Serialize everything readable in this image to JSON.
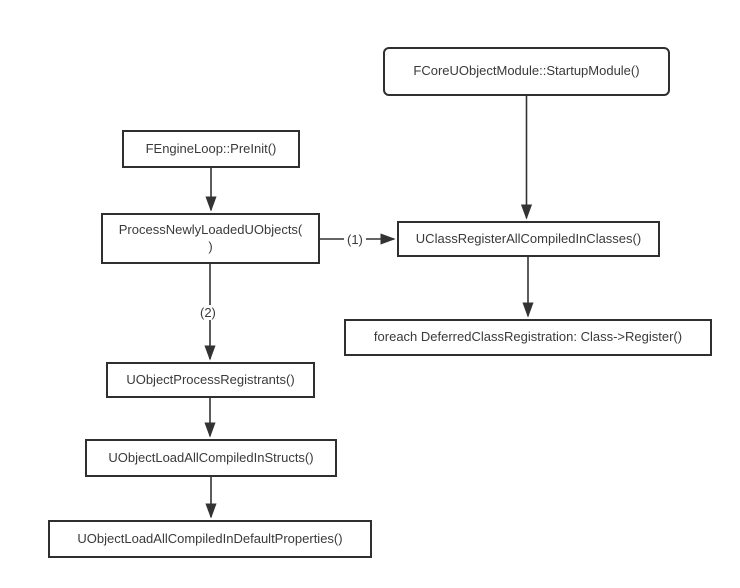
{
  "diagram": {
    "nodes": {
      "startup_module": {
        "label": "FCoreUObjectModule::StartupModule()"
      },
      "preinit": {
        "label": "FEngineLoop::PreInit()"
      },
      "process_newly_loaded": {
        "label": "ProcessNewlyLoadedUObjects( )",
        "line1": "ProcessNewlyLoadedUObjects(",
        "line2": ")"
      },
      "uclass_register": {
        "label": "UClassRegisterAllCompiledInClasses()"
      },
      "foreach_register": {
        "label": "foreach DeferredClassRegistration: Class->Register()"
      },
      "process_registrants": {
        "label": "UObjectProcessRegistrants()"
      },
      "load_structs": {
        "label": "UObjectLoadAllCompiledInStructs()"
      },
      "load_defaults": {
        "label": "UObjectLoadAllCompiledInDefaultProperties()"
      }
    },
    "edge_labels": {
      "call_order_1": "(1)",
      "call_order_2": "(2)"
    },
    "colors": {
      "stroke": "#333333",
      "text": "#3a3a3a",
      "background": "#ffffff"
    }
  }
}
